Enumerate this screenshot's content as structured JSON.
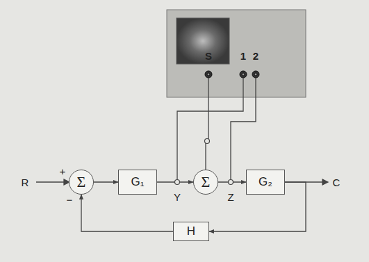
{
  "diagram": {
    "nodes": [
      {
        "text": [
          "Σ"
        ]
      },
      {
        "text": [
          "G₁"
        ]
      },
      {
        "text": [
          "Σ"
        ]
      },
      {
        "text": [
          "G₂"
        ]
      },
      {
        "text": [
          "H"
        ]
      }
    ],
    "edges": [
      {
        "from": 0,
        "to": 1,
        "arrow": "to"
      },
      {
        "from": 1,
        "to": 2,
        "arrow": "to"
      },
      {
        "from": 2,
        "to": 3,
        "arrow": "to"
      },
      {
        "from": 3,
        "to": 4,
        "arrow": "to"
      },
      {
        "from": 4,
        "to": 0,
        "arrow": "to"
      }
    ],
    "labels": [
      "S",
      "1",
      "2",
      "R",
      "+",
      "−",
      "Y",
      "Z",
      "C"
    ]
  }
}
